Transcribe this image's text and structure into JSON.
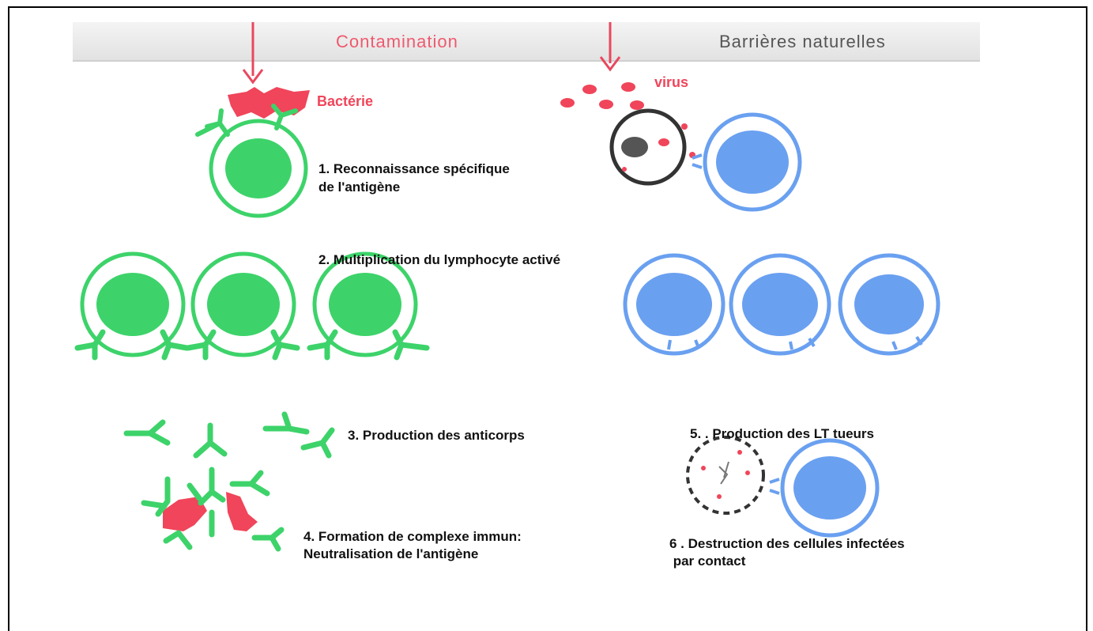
{
  "header": {
    "contamination": "Contamination",
    "barrieres": "Barrières naturelles"
  },
  "labels": {
    "bacterie": "Bactérie",
    "virus": "virus"
  },
  "steps": {
    "step1_line1": "1. Reconnaissance spécifique",
    "step1_line2": "de l'antigène",
    "step2": "2. Multiplication du lymphocyte activé",
    "step3": "3. Production des anticorps",
    "step4_line1": "4. Formation de complexe immun:",
    "step4_line2": "Neutralisation de l'antigène",
    "step5": "5. . Production des LT tueurs",
    "step6_line1": "6 . Destruction des cellules infectées",
    "step6_line2": " par contact"
  },
  "colors": {
    "green": "#3dd36a",
    "blue": "#6aa0f0",
    "red": "#f0455a",
    "arrow": "#e8485e"
  }
}
